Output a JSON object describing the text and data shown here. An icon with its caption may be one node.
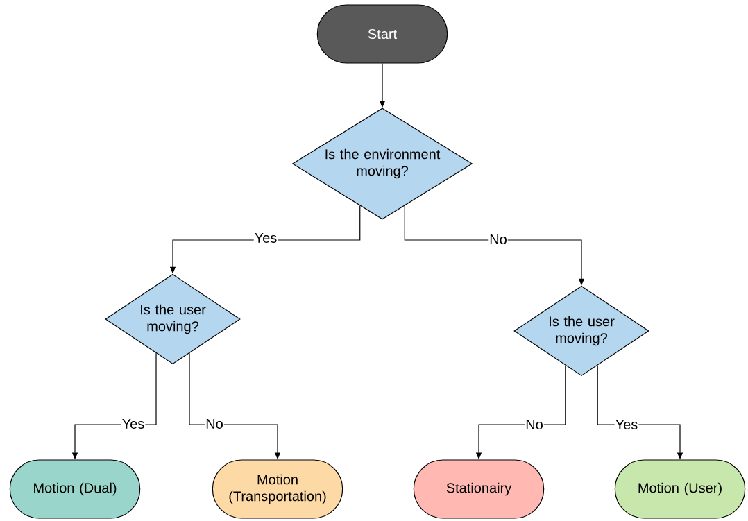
{
  "diagram": {
    "nodes": [
      {
        "text": [
          "Start"
        ]
      },
      {
        "text": [
          "Is the environment moving?"
        ]
      },
      {
        "text": [
          "Is the user moving?"
        ]
      },
      {
        "text": [
          "Is the user moving?"
        ]
      },
      {
        "text": [
          "Motion (Dual)"
        ]
      },
      {
        "text": [
          "Motion (Transportation)"
        ]
      },
      {
        "text": [
          "Stationairy"
        ]
      },
      {
        "text": [
          "Motion (User)"
        ]
      }
    ],
    "edges": [
      {
        "from": 0,
        "to": 1,
        "arrow": "to"
      },
      {
        "from": 1,
        "to": 2,
        "arrow": "to",
        "label": "Yes"
      },
      {
        "from": 1,
        "to": 3,
        "arrow": "to",
        "label": "No"
      },
      {
        "from": 2,
        "to": 4,
        "arrow": "to",
        "label": "Yes"
      },
      {
        "from": 2,
        "to": 5,
        "arrow": "to",
        "label": "No"
      },
      {
        "from": 3,
        "to": 6,
        "arrow": "to",
        "label": "No"
      },
      {
        "from": 3,
        "to": 7,
        "arrow": "to",
        "label": "Yes"
      }
    ]
  }
}
